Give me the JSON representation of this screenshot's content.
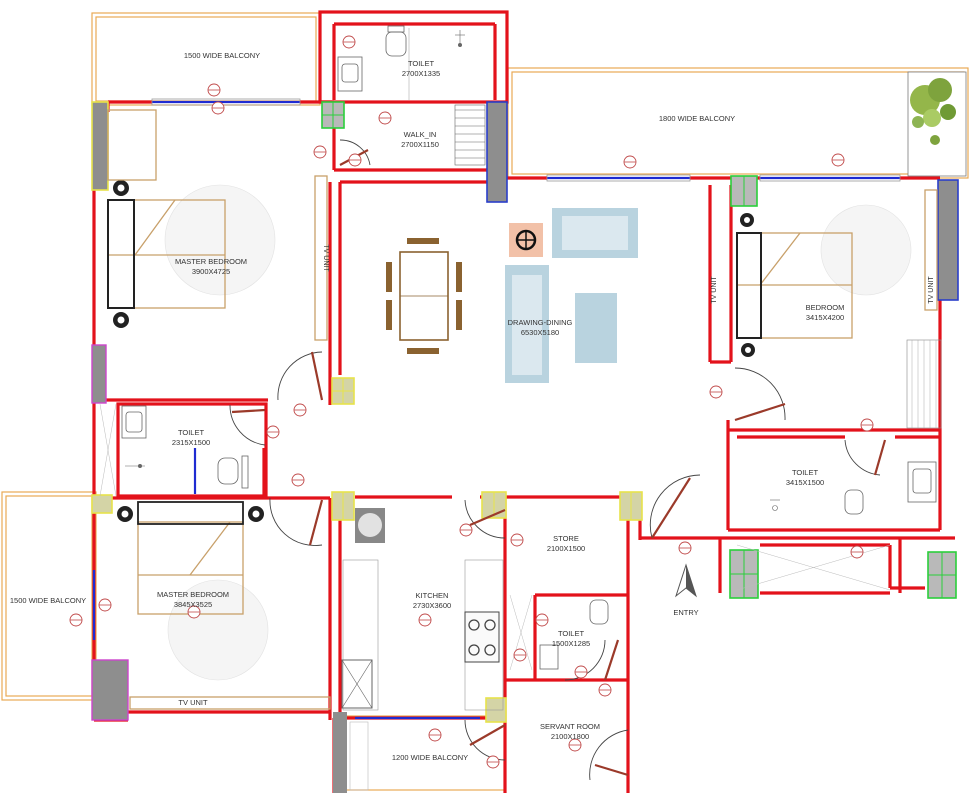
{
  "plan": {
    "balcony_top_left": "1500 WIDE BALCONY",
    "balcony_top_right": "1800 WIDE BALCONY",
    "balcony_left": "1500 WIDE BALCONY",
    "balcony_bottom": "1200 WIDE BALCONY",
    "toilet_top": {
      "name": "TOILET",
      "size": "2700X1335"
    },
    "walkin": {
      "name": "WALK_IN",
      "size": "2700X1150"
    },
    "master_bed_1": {
      "name": "MASTER BEDROOM",
      "size": "3900X4725"
    },
    "master_bed_2": {
      "name": "MASTER BEDROOM",
      "size": "3845X3525"
    },
    "bedroom": {
      "name": "BEDROOM",
      "size": "3415X4200"
    },
    "drawing_dining": {
      "name": "DRAWING-DINING",
      "size": "6530X5180"
    },
    "toilet_left": {
      "name": "TOILET",
      "size": "2315X1500"
    },
    "toilet_right": {
      "name": "TOILET",
      "size": "3415X1500"
    },
    "kitchen": {
      "name": "KITCHEN",
      "size": "2730X3600"
    },
    "store": {
      "name": "STORE",
      "size": "2100X1500"
    },
    "toilet_small": {
      "name": "TOILET",
      "size": "1500X1285"
    },
    "servant_room": {
      "name": "SERVANT ROOM",
      "size": "2100X1800"
    },
    "entry": "ENTRY",
    "tv_unit_left": "TV UNIT",
    "tv_unit_mid": "TV UNIT",
    "tv_unit_right": "TV UNIT",
    "tv_unit_bottom": "TV UNIT"
  },
  "colors": {
    "wall": "#e3121b",
    "glazing": "#1f2bd1",
    "balcony_outline": "#e9a955",
    "furniture": "#c8a06a",
    "column": "#8e8e8e",
    "sofa": "#b9d3df"
  }
}
